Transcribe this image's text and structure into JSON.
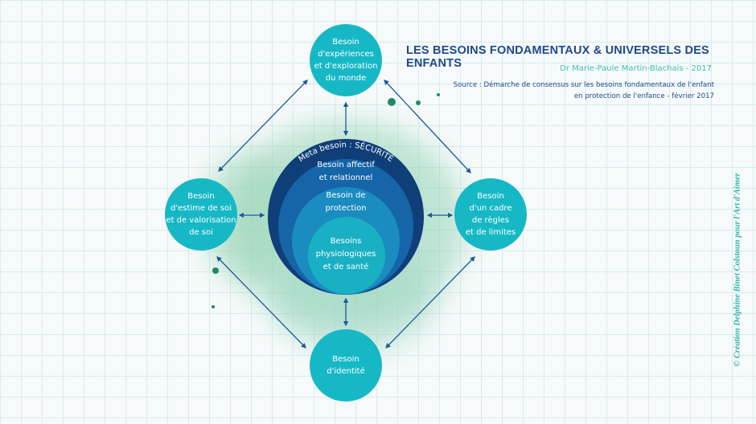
{
  "title": "LES BESOINS FONDAMENTAUX & UNIVERSELS DES ENFANTS",
  "author": "Dr Marie-Paule Martin-Blachais  - 2017",
  "source": "Source : Démarche de consensus sur les besoins  fondamentaux de l'enfant\nen protection de l'enfance - février 2017",
  "credit": "© Création Delphine Binet Colstoun pour l'Art d'Aimer",
  "center": {
    "meta": "Meta besoin : SÉCURITÉ",
    "affectif": "Besoin affectif\net relationnel",
    "protection": "Besoin de\nprotection",
    "physio": "Besoins\nphysiologiques\net de santé"
  },
  "nodes": {
    "top": "Besoin\nd'expériences\net d'exploration\ndu monde",
    "left": "Besoin\nd'estime de soi\net de valorisation\nde soi",
    "right": "Besoin\nd'un cadre\nde règles\net de limites",
    "bottom": "Besoin\nd'identité"
  },
  "colors": {
    "node": "#17b8c6",
    "ring1": "#0f3e78",
    "ring2": "#1565a8",
    "ring3": "#1a8cc0",
    "ring4": "#19b0c4",
    "arrow": "#1c5a9a",
    "title": "#1c4a8a"
  }
}
